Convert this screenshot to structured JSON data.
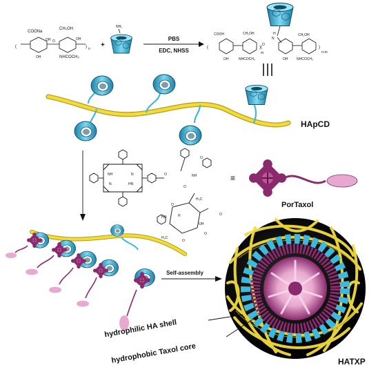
{
  "scheme": {
    "reagent_top": "PBS",
    "reagent_bottom": "EDC, NHSS",
    "plus_sign": "+",
    "equiv_sign": "≡",
    "step_label": "Self-assembly"
  },
  "chemistry": {
    "coona": "COONa",
    "cooh": "COOH",
    "ch2oh": "CH₂OH",
    "oh": "OH",
    "o": "O",
    "nhcoch3": "NHCOCH₃",
    "nh2": "NH₂",
    "nh": "NH",
    "hn": "HN",
    "n": "N",
    "h3c": "H₃C",
    "ho": "HO",
    "h": "H",
    "sub_n": "n",
    "sub_m": "m",
    "sub_nm": "n-m"
  },
  "labels": {
    "hapcd": "HApCD",
    "portaxol": "PorTaxol",
    "hatxp": "HATXP",
    "shell": "hydrophilic HA shell",
    "core": "hydrophobic Taxol core"
  },
  "colors": {
    "backbone": "#f2dc3c",
    "backbone_edge": "#b79a14",
    "cd": "#3fb8dd",
    "cd_dark": "#1b7fa6",
    "porphyrin": "#8a2a6d",
    "porphyrin_light": "#c0559c",
    "taxol": "#e7a9cf"
  }
}
